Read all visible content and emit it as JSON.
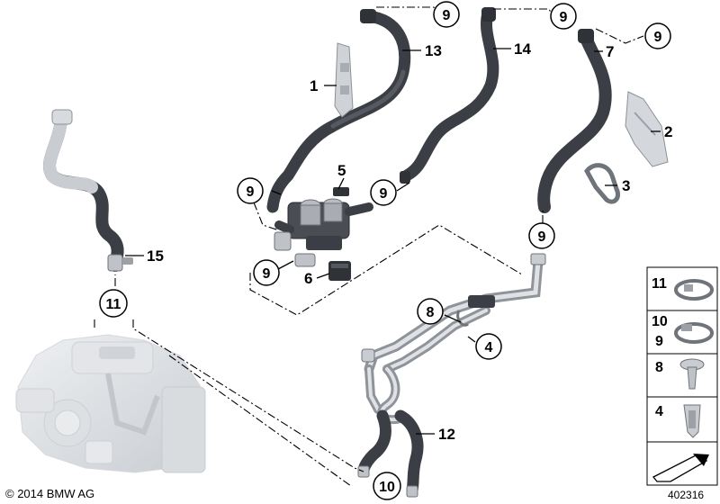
{
  "diagram": {
    "part_labels": {
      "p1": "1",
      "p2": "2",
      "p3": "3",
      "p4": "4",
      "p5": "5",
      "p6": "6",
      "p7": "7",
      "p12": "12",
      "p13": "13",
      "p14": "14",
      "p15": "15"
    },
    "callouts": {
      "c9a": "9",
      "c9b": "9",
      "c9c": "9",
      "c9d": "9",
      "c9e": "9",
      "c9f": "9",
      "c9g": "9",
      "c11": "11",
      "c8": "8",
      "c4": "4",
      "c10": "10"
    },
    "legend": {
      "r1": "11",
      "r2a": "10",
      "r2b": "9",
      "r3": "8",
      "r4": "4"
    },
    "copyright": "© 2014 BMW AG",
    "doc_number": "402316"
  }
}
